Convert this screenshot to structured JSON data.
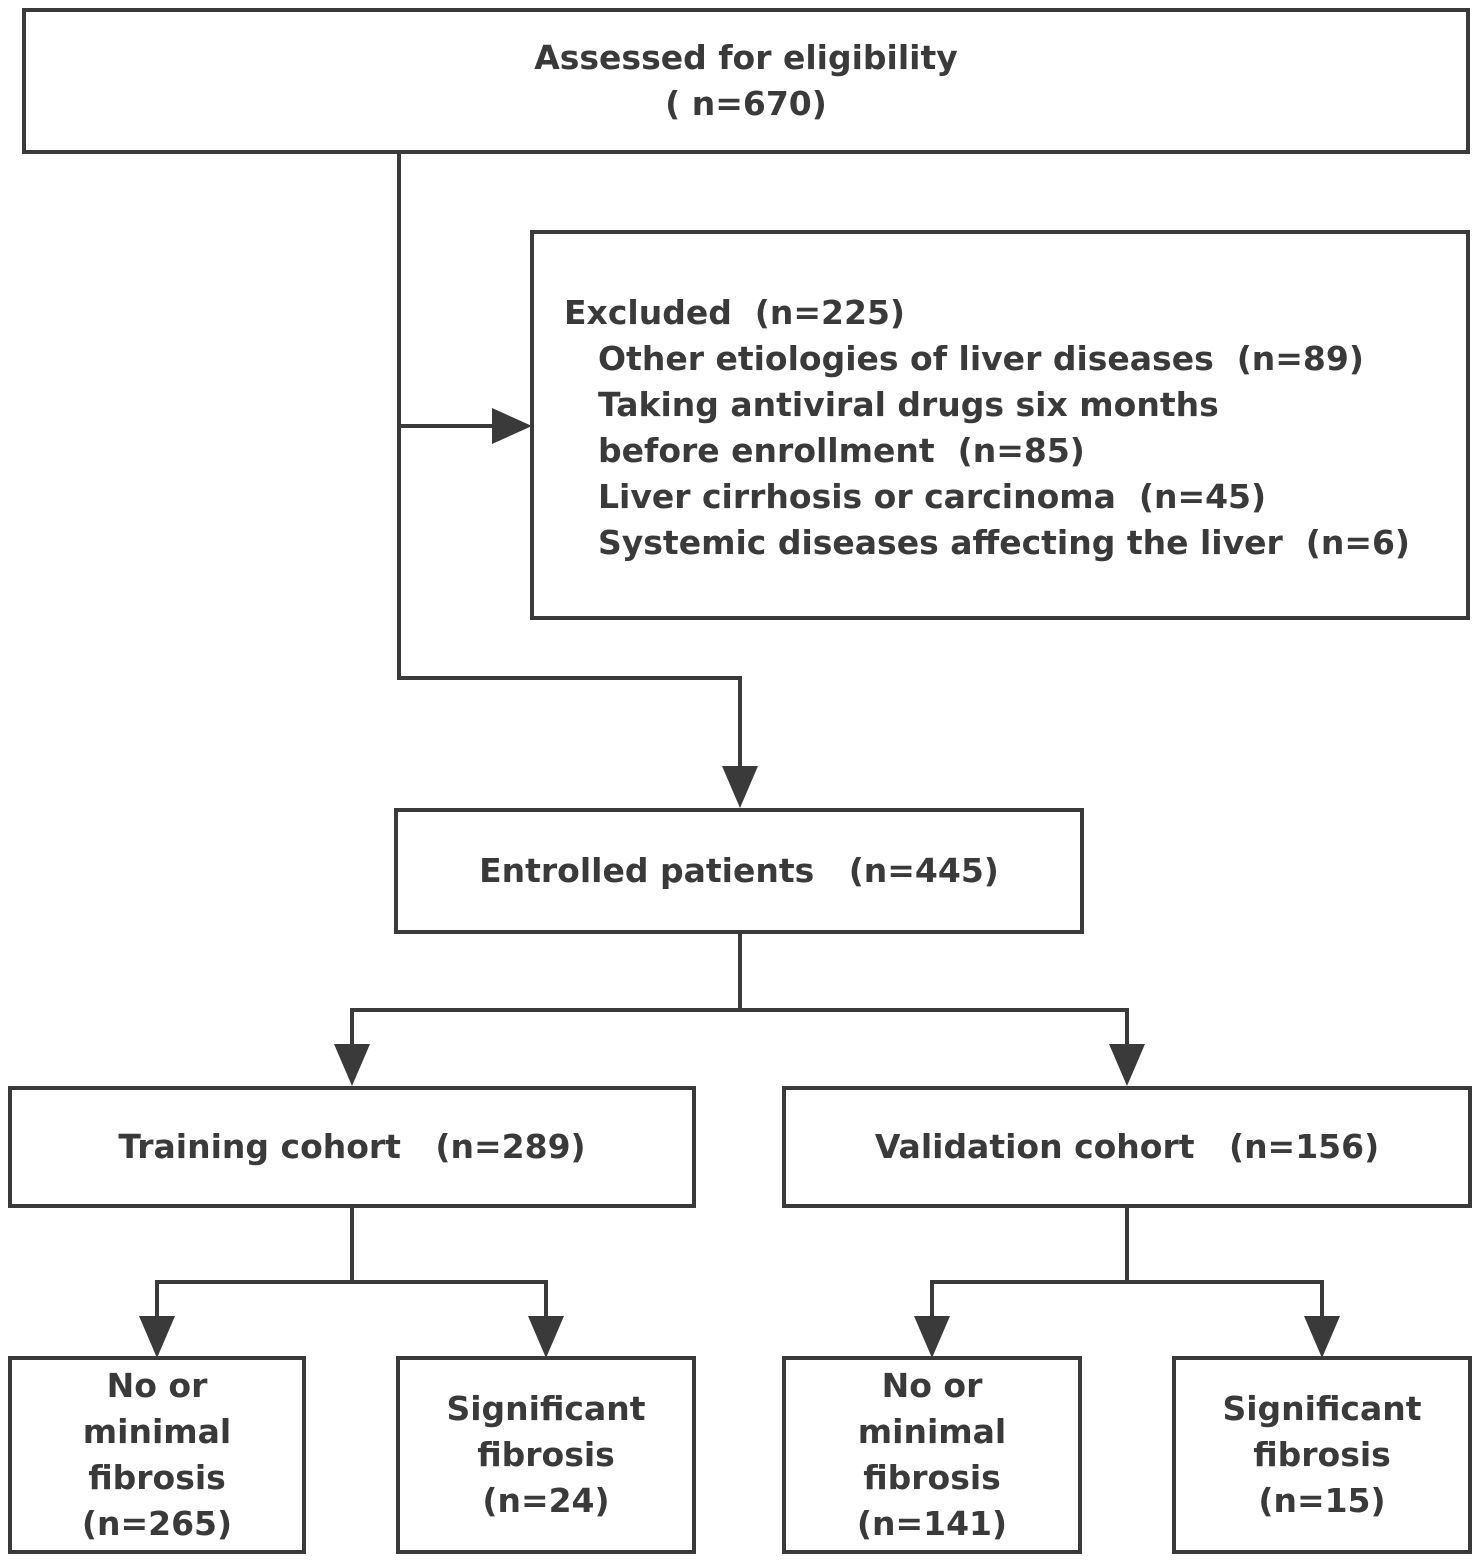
{
  "assessed": {
    "line1": "Assessed for eligibility",
    "line2": "( n=670)"
  },
  "excluded": {
    "title": "Excluded  (n=225)",
    "items": [
      "Other etiologies of liver diseases  (n=89)",
      "Taking antiviral drugs six months",
      "before enrollment  (n=85)",
      "Liver cirrhosis or carcinoma  (n=45)",
      "Systemic diseases affecting the liver  (n=6)"
    ]
  },
  "enrolled": {
    "label": "Entrolled patients   (n=445)"
  },
  "training": {
    "label": "Training cohort   (n=289)"
  },
  "validation": {
    "label": "Validation cohort   (n=156)"
  },
  "leaves": {
    "train_minimal": [
      "No or",
      "minimal",
      "fibrosis",
      "(n=265)"
    ],
    "train_significant": [
      "Significant",
      "fibrosis",
      "(n=24)"
    ],
    "val_minimal": [
      "No or",
      "minimal",
      "fibrosis",
      "(n=141)"
    ],
    "val_significant": [
      "Significant",
      "fibrosis",
      "(n=15)"
    ]
  },
  "colors": {
    "stroke": "#3a3a3a",
    "background": "#ffffff"
  }
}
